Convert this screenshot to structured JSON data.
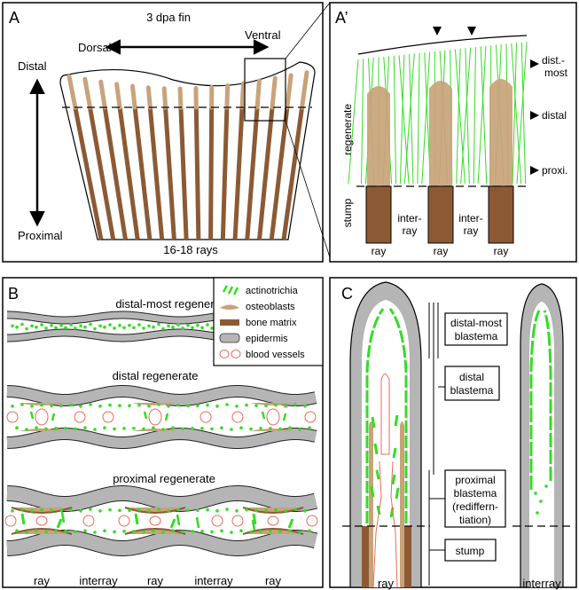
{
  "panel_a": {
    "letter": "A",
    "title": "3 dpa fin",
    "dorsal": "Dorsal",
    "ventral": "Ventral",
    "distal": "Distal",
    "proximal": "Proximal",
    "rays_count": "16-18 rays"
  },
  "panel_a_prime": {
    "letter": "A’",
    "dist_most_line1": "dist.-",
    "dist_most_line2": "most",
    "distal": "distal",
    "proxi": "proxi.",
    "regenerate": "regenerate",
    "stump": "stump",
    "inter_ray_1_line1": "inter-",
    "inter_ray_1_line2": "ray",
    "inter_ray_2_line1": "inter-",
    "inter_ray_2_line2": "ray",
    "ray_labels": [
      "ray",
      "ray",
      "ray"
    ]
  },
  "panel_b": {
    "letter": "B",
    "distal_most": "distal-most regenerate",
    "distal": "distal regenerate",
    "proximal": "proximal regenerate",
    "bottom_labels": [
      "ray",
      "interray",
      "ray",
      "interray",
      "ray"
    ]
  },
  "legend": {
    "items": [
      {
        "label": "actinotrichia"
      },
      {
        "label": "osteoblasts"
      },
      {
        "label": "bone matrix"
      },
      {
        "label": "epidermis"
      },
      {
        "label": "blood vessels"
      }
    ]
  },
  "panel_c": {
    "letter": "C",
    "box_distal_most_line1": "distal-most",
    "box_distal_most_line2": "blastema",
    "box_distal_line1": "distal",
    "box_distal_line2": "blastema",
    "box_proximal_line1": "proximal",
    "box_proximal_line2": "blastema",
    "box_proximal_line3": "(rediffern-",
    "box_proximal_line4": "tiation)",
    "box_stump": "stump",
    "ray": "ray",
    "interray": "interray"
  },
  "colors": {
    "actinotrichia": "#33dd22",
    "osteoblasts": "#c8a37a",
    "bone_matrix": "#8b5a35",
    "epidermis": "#b5b5b5",
    "blood_vessels": "#e86a5a"
  }
}
